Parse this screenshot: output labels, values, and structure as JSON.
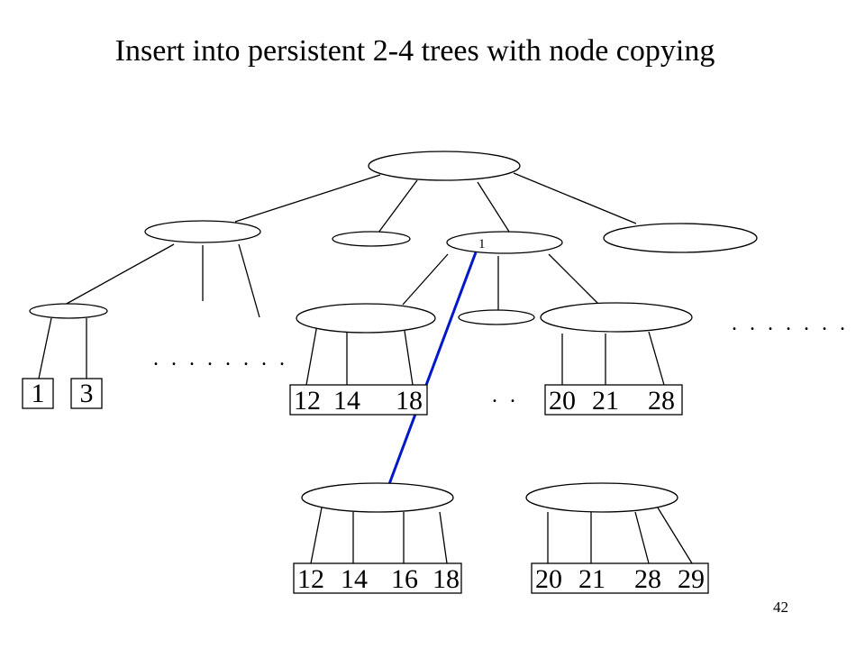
{
  "title": "Insert into persistent 2-4 trees with node copying",
  "page_number": "42",
  "node_label": "1",
  "leaves": {
    "left": [
      "1",
      "3"
    ],
    "middle": [
      "12",
      "14",
      "18"
    ],
    "right": [
      "20",
      "21",
      "28"
    ],
    "copy_left": [
      "12",
      "14",
      "16",
      "18"
    ],
    "copy_right": [
      "20",
      "21",
      "28",
      "29"
    ]
  },
  "ellipsis": {
    "left": ". . . . . . . .",
    "right": ". . . . . . .",
    "middle": ". ."
  },
  "colors": {
    "copy_pointer": "#0018c8"
  }
}
